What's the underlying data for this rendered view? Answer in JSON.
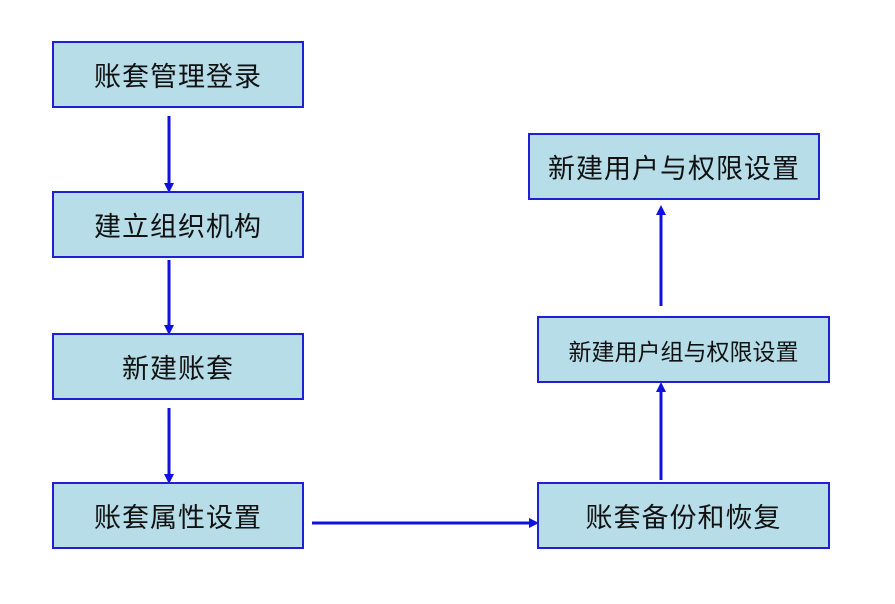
{
  "colors": {
    "box_fill": "#b7dde8",
    "box_border": "#1f1fd6",
    "arrow": "#1010e0",
    "text": "#111111"
  },
  "steps": {
    "login": "账套管理登录",
    "org": "建立组织机构",
    "new_account": "新建账套",
    "attributes": "账套属性设置",
    "backup": "账套备份和恢复",
    "user_group": "新建用户组与权限设置",
    "user": "新建用户与权限设置"
  }
}
